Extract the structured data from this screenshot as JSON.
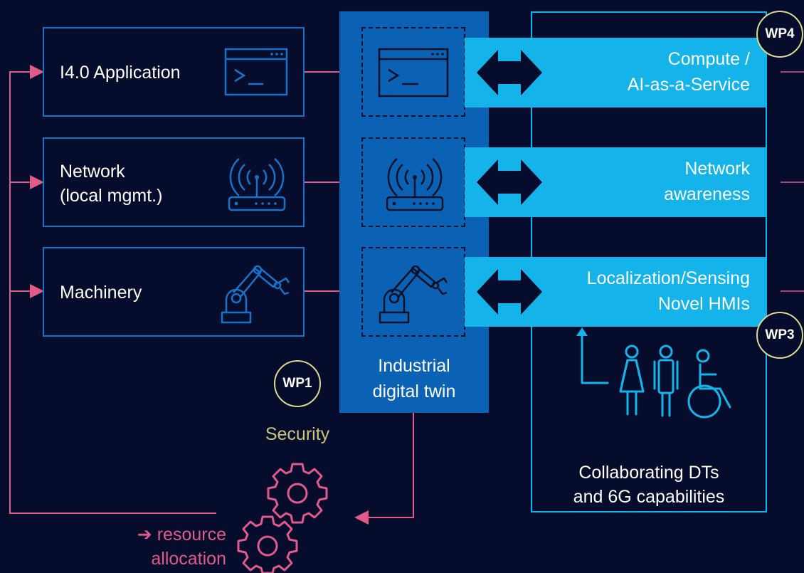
{
  "left_boxes": [
    {
      "label_lines": [
        "I4.0 Application"
      ],
      "icon": "terminal-window-icon"
    },
    {
      "label_lines": [
        "Network",
        "(local mgmt.)"
      ],
      "icon": "wifi-router-icon"
    },
    {
      "label_lines": [
        "Machinery"
      ],
      "icon": "robot-arm-icon"
    }
  ],
  "twin": {
    "label_lines": [
      "Industrial",
      "digital twin"
    ]
  },
  "bands": [
    {
      "lines": [
        "Compute /",
        "AI-as-a-Service"
      ]
    },
    {
      "lines": [
        "Network",
        "awareness"
      ]
    },
    {
      "lines": [
        "Localization/Sensing",
        "Novel HMIs"
      ]
    }
  ],
  "right_panel": {
    "label_lines": [
      "Collaborating DTs",
      "and 6G capabilities"
    ],
    "people_icon": "people-accessibility-icon"
  },
  "badges": {
    "wp1": "WP1",
    "wp3": "WP3",
    "wp4": "WP4"
  },
  "security": {
    "label": "Security",
    "icon": "gears-icon"
  },
  "resource": {
    "arrow": "➔",
    "line1": "resource",
    "line2": "allocation"
  },
  "colors": {
    "background": "#050c2c",
    "box_border": "#1673c9",
    "twin_panel": "#0b62b4",
    "band": "#14b3ea",
    "pink_lines": "#e05a8a",
    "badge_border": "#ddd990",
    "security_text": "#c9c878"
  }
}
